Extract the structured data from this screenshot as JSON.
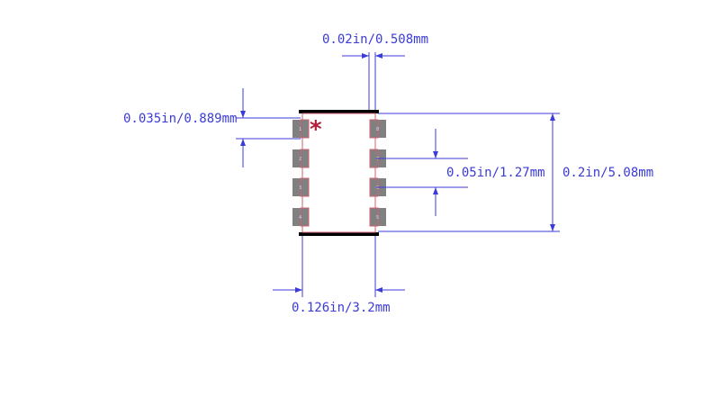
{
  "diagram": {
    "dimensions": {
      "pad_spacing": "0.02in/0.508mm",
      "pad_width": "0.035in/0.889mm",
      "pitch": "0.05in/1.27mm",
      "body_height": "0.2in/5.08mm",
      "row_span": "0.126in/3.2mm"
    },
    "pin1_marker": "*",
    "pins": [
      {
        "side": "left",
        "label": "1"
      },
      {
        "side": "left",
        "label": "2"
      },
      {
        "side": "left",
        "label": "3"
      },
      {
        "side": "left",
        "label": "4"
      },
      {
        "side": "right",
        "label": "8"
      },
      {
        "side": "right",
        "label": "7"
      },
      {
        "side": "right",
        "label": "6"
      },
      {
        "side": "right",
        "label": "5"
      }
    ],
    "colors": {
      "dimension": "#3b3bd8",
      "body_outline": "#d06070",
      "pad": "#808080",
      "silkscreen": "#000000",
      "marker": "#b0203a"
    }
  }
}
